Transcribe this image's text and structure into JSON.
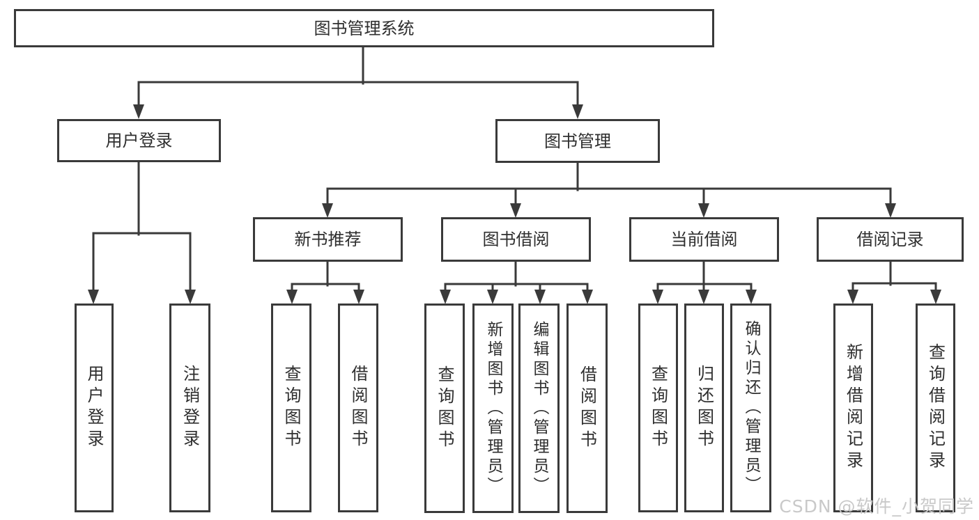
{
  "diagram": {
    "root": "图书管理系统",
    "login": {
      "label": "用户登录",
      "children": [
        "用户登录",
        "注销登录"
      ]
    },
    "management": {
      "label": "图书管理",
      "sections": [
        {
          "label": "新书推荐",
          "children": [
            "查询图书",
            "借阅图书"
          ]
        },
        {
          "label": "图书借阅",
          "children": [
            "查询图书",
            "新增图书（管理员）",
            "编辑图书（管理员）",
            "借阅图书"
          ]
        },
        {
          "label": "当前借阅",
          "children": [
            "查询图书",
            "归还图书",
            "确认归还（管理员）"
          ]
        },
        {
          "label": "借阅记录",
          "children": [
            "新增借阅记录",
            "查询借阅记录"
          ]
        }
      ]
    }
  },
  "watermark": "CSDN @软件_小贺同学",
  "colors": {
    "bg": "#ffffff",
    "line": "#3a3a3a",
    "text": "#2e2e2e",
    "watermark": "#c9c9c9"
  }
}
